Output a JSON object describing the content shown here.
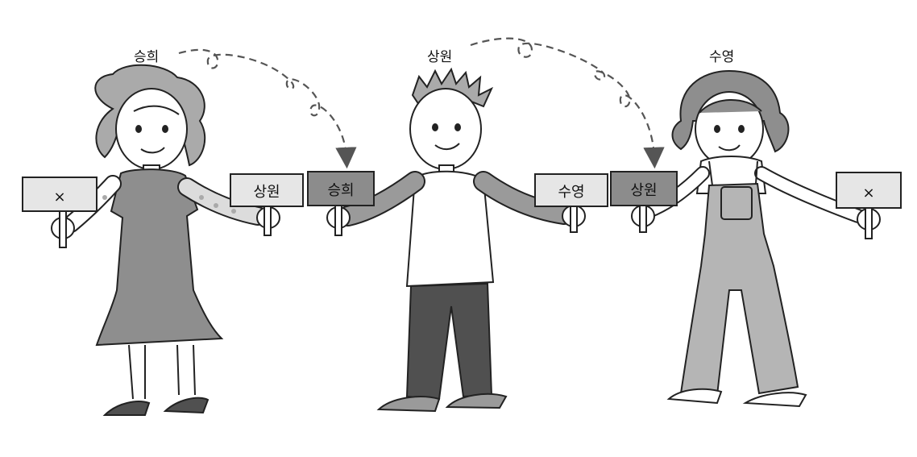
{
  "names": {
    "left": "승희",
    "middle": "상원",
    "right": "수영"
  },
  "cards": {
    "left_person_left_hand": "×",
    "left_person_right_hand": "상원",
    "middle_person_left_hand": "승희",
    "middle_person_right_hand": "수영",
    "right_person_left_hand": "상원",
    "right_person_right_hand": "×"
  },
  "colors": {
    "outline": "#222222",
    "light_card": "#e6e6e6",
    "dark_card": "#8c8c8c",
    "dress": "#8e8e8e",
    "pants": "#505050",
    "overalls": "#b5b5b5",
    "skin": "#ffffff"
  }
}
